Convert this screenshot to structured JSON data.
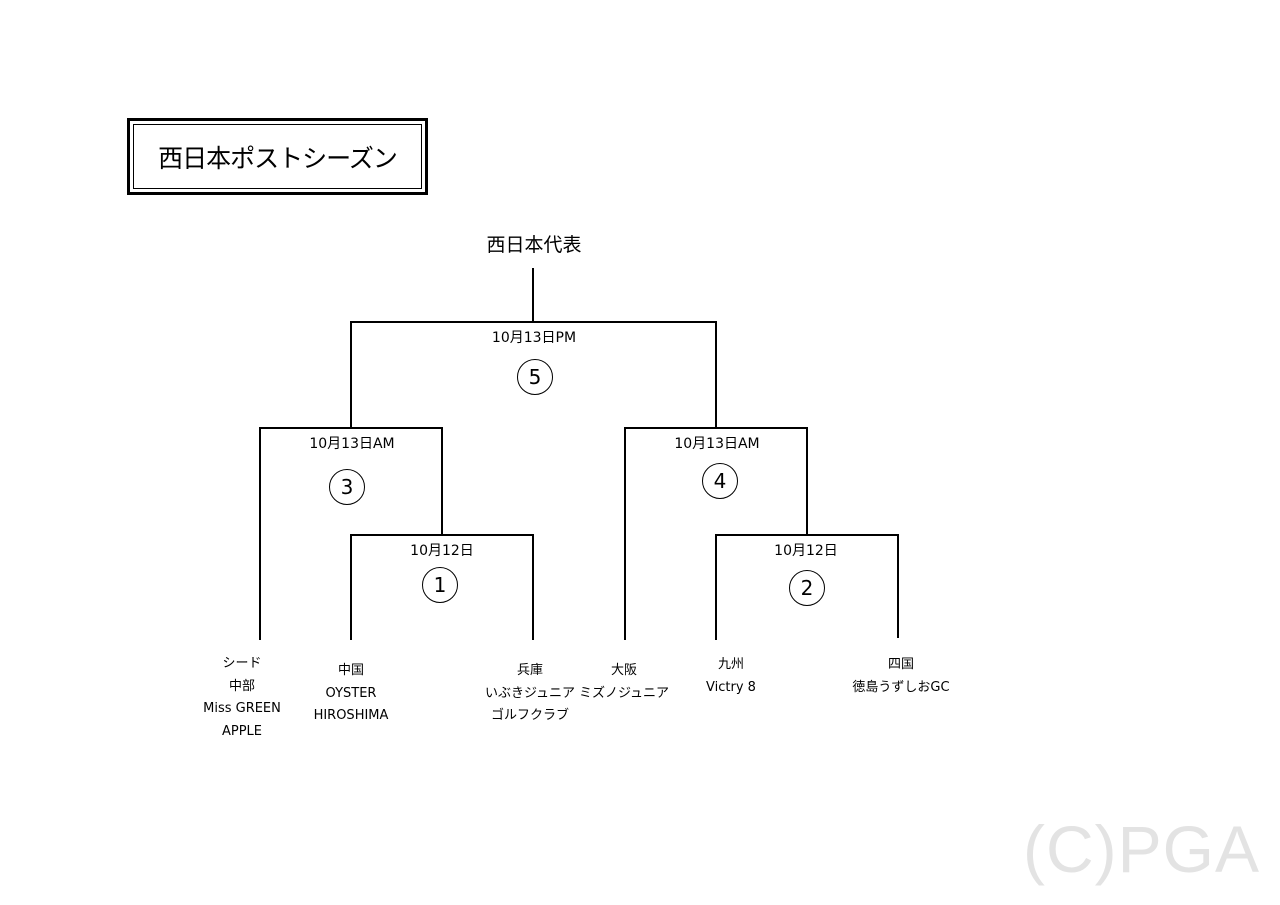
{
  "title": "西日本ポストシーズン",
  "champion_label": "西日本代表",
  "matches": {
    "m1": {
      "number": "1",
      "date": "10月12日"
    },
    "m2": {
      "number": "2",
      "date": "10月12日"
    },
    "m3": {
      "number": "3",
      "date": "10月13日AM"
    },
    "m4": {
      "number": "4",
      "date": "10月13日AM"
    },
    "m5": {
      "number": "5",
      "date": "10月13日PM"
    }
  },
  "teams": {
    "seed": [
      "シード",
      "中部",
      "Miss GREEN",
      "APPLE"
    ],
    "chugoku": [
      "中国",
      "OYSTER",
      "HIROSHIMA"
    ],
    "hyogo": [
      "兵庫",
      "いぶきジュニア",
      "ゴルフクラブ"
    ],
    "osaka": [
      "大阪",
      "ミズノジュニア"
    ],
    "kyushu": [
      "九州",
      "Victry 8"
    ],
    "shikoku": [
      "四国",
      "徳島うずしおGC"
    ]
  },
  "copyright": "(C)PGA"
}
